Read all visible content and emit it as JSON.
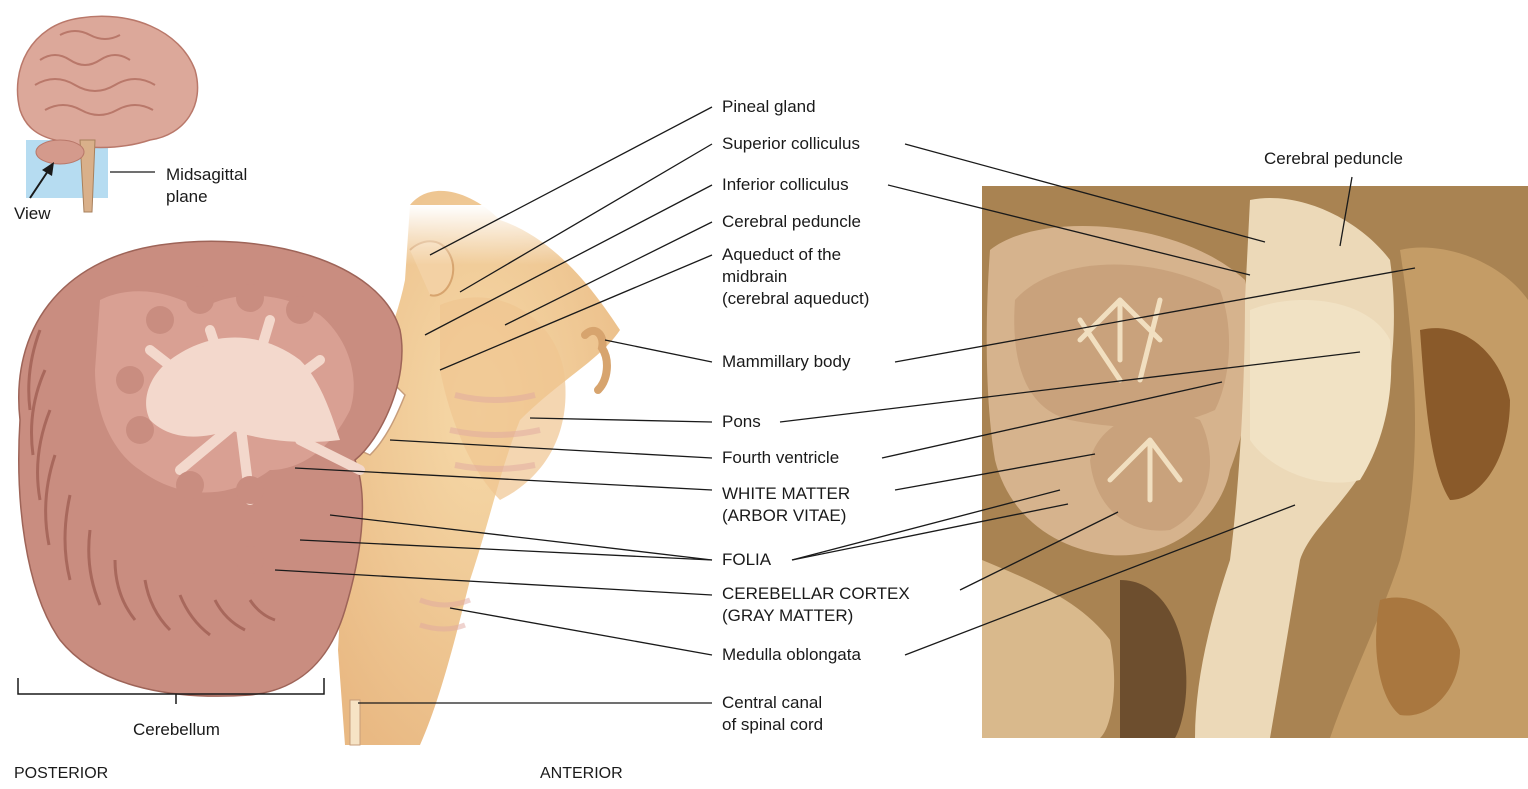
{
  "inset": {
    "view_label": "View",
    "plane_label": "Midsagittal\nplane"
  },
  "labels": {
    "pineal_gland": "Pineal gland",
    "superior_colliculus": "Superior colliculus",
    "inferior_colliculus": "Inferior colliculus",
    "cerebral_peduncle": "Cerebral peduncle",
    "aqueduct": "Aqueduct of the\nmidbrain\n(cerebral aqueduct)",
    "mammillary_body": "Mammillary body",
    "pons": "Pons",
    "fourth_ventricle": "Fourth ventricle",
    "white_matter": "WHITE MATTER\n(ARBOR VITAE)",
    "folia": "FOLIA",
    "cerebellar_cortex": "CEREBELLAR CORTEX\n(GRAY MATTER)",
    "medulla": "Medulla oblongata",
    "central_canal": "Central canal\nof spinal cord",
    "cerebellum": "Cerebellum",
    "photo_cerebral_peduncle": "Cerebral peduncle"
  },
  "orientation": {
    "posterior": "POSTERIOR",
    "anterior": "ANTERIOR"
  },
  "colors": {
    "brain_pink": "#dca89a",
    "folia_pink": "#c98d80",
    "white_matter": "#f3d8cc",
    "brainstem": "#f2cd9a",
    "photo_tissue": "#e8cfa8",
    "photo_dark": "#7a5230",
    "plane_blue": "#a9d6ef",
    "leader_line": "#1a1a1a"
  }
}
